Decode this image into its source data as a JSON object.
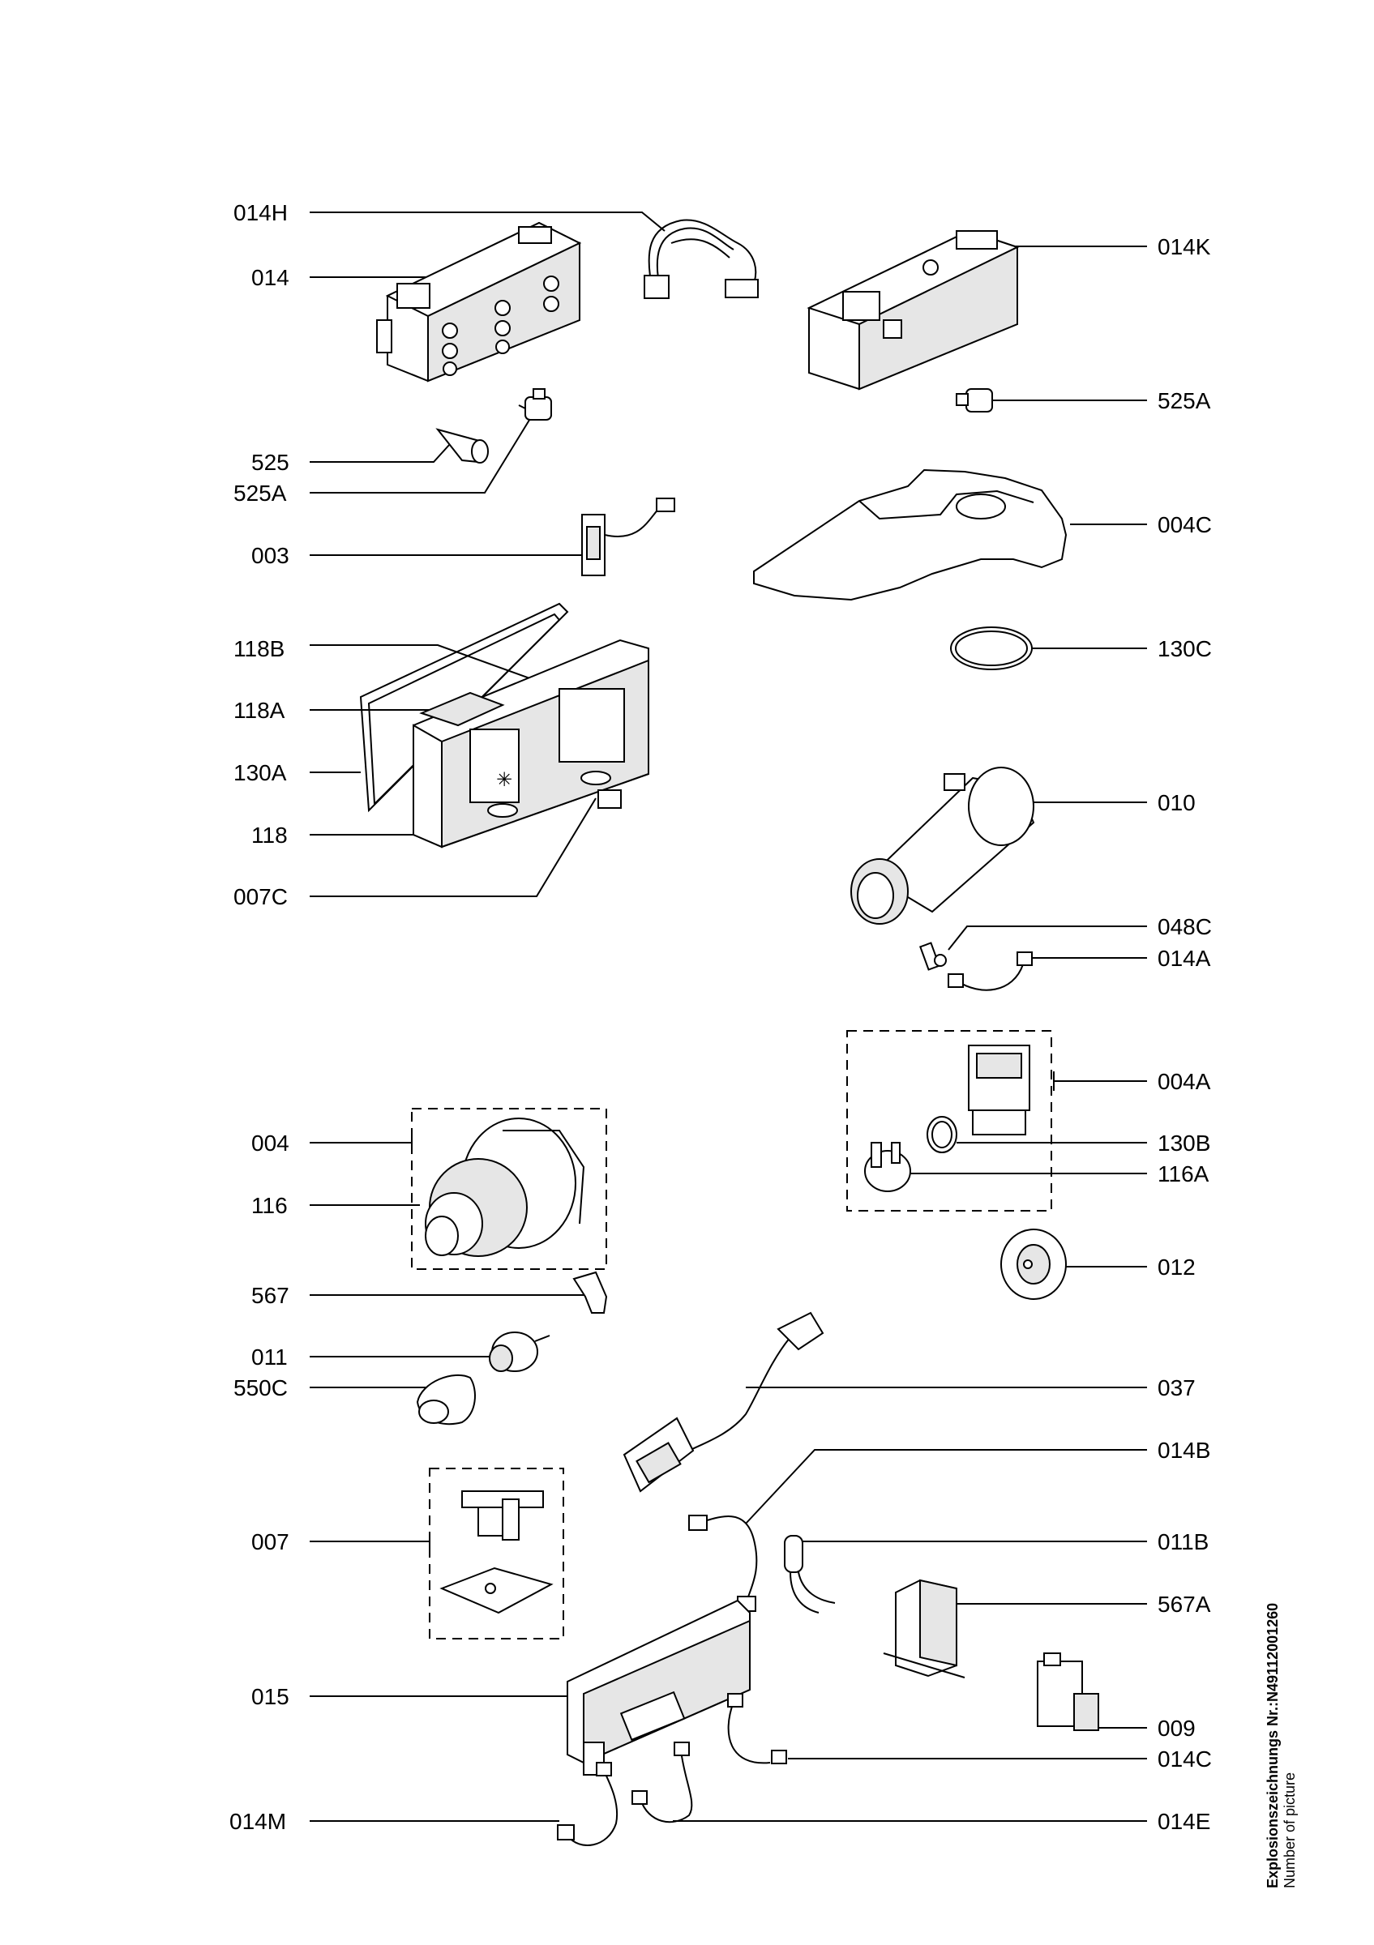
{
  "labels": {
    "014H": "014H",
    "014": "014",
    "525": "525",
    "525A_left": "525A",
    "003": "003",
    "118B": "118B",
    "118A": "118A",
    "130A": "130A",
    "118": "118",
    "007C": "007C",
    "004": "004",
    "116": "116",
    "567": "567",
    "011": "011",
    "550C": "550C",
    "007": "007",
    "015": "015",
    "014M": "014M",
    "014K": "014K",
    "525A_right": "525A",
    "004C": "004C",
    "130C": "130C",
    "010": "010",
    "048C": "048C",
    "014A": "014A",
    "004A": "004A",
    "130B": "130B",
    "116A": "116A",
    "012": "012",
    "037": "037",
    "014B": "014B",
    "011B": "011B",
    "567A": "567A",
    "009": "009",
    "014C": "014C",
    "014E": "014E"
  },
  "side_note": {
    "line1": "Explosionszeichnungs Nr.:N49112001260",
    "line2": "Number of picture"
  }
}
